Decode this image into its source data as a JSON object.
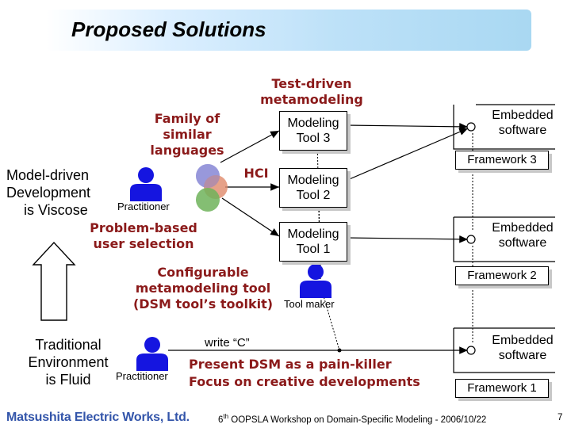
{
  "slide": {
    "title": "Proposed Solutions",
    "labels": {
      "test_driven_1": "Test-driven",
      "test_driven_2": "metamodeling",
      "family_1": "Family of",
      "family_2": "similar",
      "family_3": "languages",
      "hci": "HCI",
      "model_driven_1": "Model-driven",
      "model_driven_2": "Development",
      "model_driven_3": "is Viscose",
      "practitioner_top": "Practitioner",
      "problem_based_1": "Problem-based",
      "problem_based_2": "user selection",
      "configurable_1": "Configurable",
      "configurable_2": "metamodeling tool",
      "configurable_3": "(DSM tool’s toolkit)",
      "tool_maker": "Tool maker",
      "traditional_1": "Traditional",
      "traditional_2": "Environment",
      "traditional_3": "is Fluid",
      "write_c": "write “C”",
      "practitioner_bottom": "Practitioner",
      "present_dsm": "Present DSM as a pain-killer",
      "focus": "Focus on creative developments"
    },
    "tools": [
      {
        "line1": "Modeling",
        "line2": "Tool 3"
      },
      {
        "line1": "Modeling",
        "line2": "Tool 2"
      },
      {
        "line1": "Modeling",
        "line2": "Tool 1"
      }
    ],
    "frameworks": [
      {
        "emb1": "Embedded",
        "emb2": "software",
        "label": "Framework 3"
      },
      {
        "emb1": "Embedded",
        "emb2": "software",
        "label": "Framework 2"
      },
      {
        "emb1": "Embedded",
        "emb2": "software",
        "label": "Framework 1"
      }
    ],
    "footer": {
      "company": "Matsushita Electric Works, Ltd.",
      "workshop_sup": "th",
      "workshop_num": "6",
      "workshop_rest": " OOPSLA Workshop on Domain-Specific Modeling - 2006/10/22",
      "page": "7"
    },
    "colors": {
      "person": "#1515e0",
      "title_text": "#8b1a1a",
      "circle_blue": "#8f8fd8",
      "circle_red": "#e08a6a",
      "circle_green": "#6fb35a"
    }
  }
}
